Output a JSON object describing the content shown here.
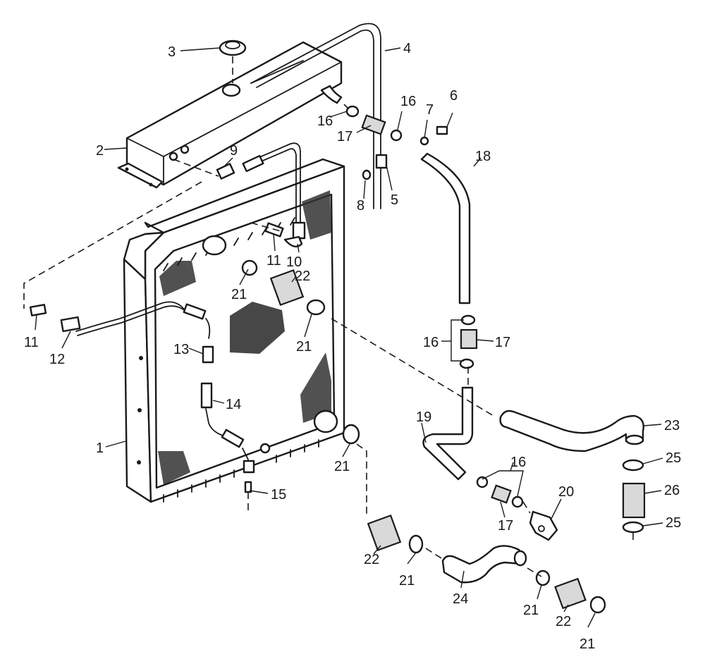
{
  "callouts": [
    {
      "id": "1",
      "label": "1"
    },
    {
      "id": "2",
      "label": "2"
    },
    {
      "id": "3",
      "label": "3"
    },
    {
      "id": "4",
      "label": "4"
    },
    {
      "id": "5",
      "label": "5"
    },
    {
      "id": "6",
      "label": "6"
    },
    {
      "id": "7",
      "label": "7"
    },
    {
      "id": "8",
      "label": "8"
    },
    {
      "id": "9",
      "label": "9"
    },
    {
      "id": "10",
      "label": "10"
    },
    {
      "id": "11a",
      "label": "11"
    },
    {
      "id": "11b",
      "label": "11"
    },
    {
      "id": "12",
      "label": "12"
    },
    {
      "id": "13",
      "label": "13"
    },
    {
      "id": "14",
      "label": "14"
    },
    {
      "id": "15",
      "label": "15"
    },
    {
      "id": "16a",
      "label": "16"
    },
    {
      "id": "16b",
      "label": "16"
    },
    {
      "id": "16c",
      "label": "16"
    },
    {
      "id": "16d",
      "label": "16"
    },
    {
      "id": "17a",
      "label": "17"
    },
    {
      "id": "17b",
      "label": "17"
    },
    {
      "id": "17c",
      "label": "17"
    },
    {
      "id": "18",
      "label": "18"
    },
    {
      "id": "19",
      "label": "19"
    },
    {
      "id": "20",
      "label": "20"
    },
    {
      "id": "21a",
      "label": "21"
    },
    {
      "id": "21b",
      "label": "21"
    },
    {
      "id": "21c",
      "label": "21"
    },
    {
      "id": "21d",
      "label": "21"
    },
    {
      "id": "21e",
      "label": "21"
    },
    {
      "id": "21f",
      "label": "21"
    },
    {
      "id": "22a",
      "label": "22"
    },
    {
      "id": "22b",
      "label": "22"
    },
    {
      "id": "22c",
      "label": "22"
    },
    {
      "id": "23",
      "label": "23"
    },
    {
      "id": "24",
      "label": "24"
    },
    {
      "id": "25a",
      "label": "25"
    },
    {
      "id": "25b",
      "label": "25"
    },
    {
      "id": "26",
      "label": "26"
    }
  ]
}
